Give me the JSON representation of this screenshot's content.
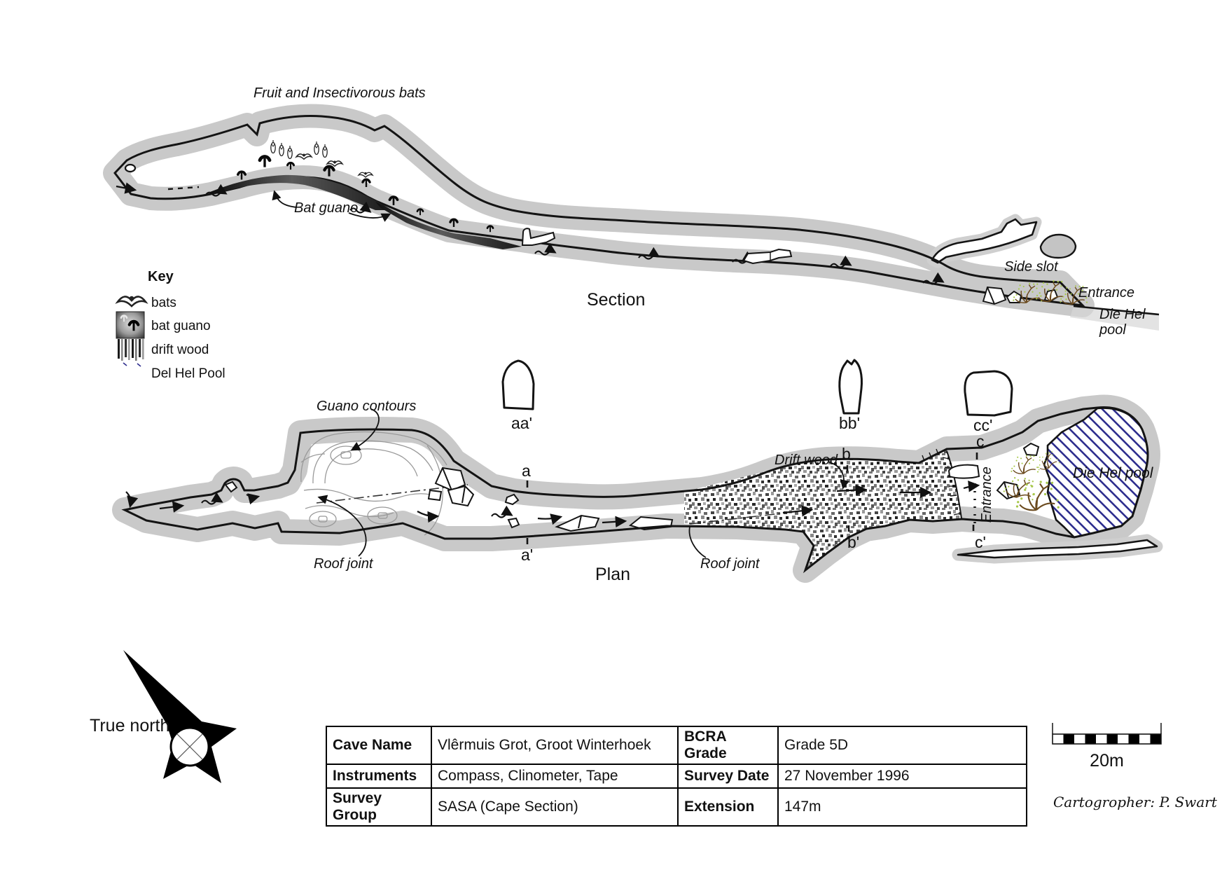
{
  "section_view": {
    "title": "Section",
    "bats_label": "Fruit and Insectivorous bats",
    "bat_guano_label": "Bat guano",
    "side_slot_label": "Side slot",
    "entrance_label": "Entrance",
    "pool_label": "Die Hel\npool"
  },
  "key": {
    "title": "Key",
    "items": [
      {
        "icon": "bat-icon",
        "label": "bats"
      },
      {
        "icon": "bat-guano-icon",
        "label": "bat guano"
      },
      {
        "icon": "drift-wood-icon",
        "label": "drift wood"
      },
      {
        "icon": "pool-icon",
        "label": "Del Hel Pool"
      }
    ]
  },
  "plan_view": {
    "title": "Plan",
    "guano_contours_label": "Guano contours",
    "roof_joint_label_left": "Roof joint",
    "roof_joint_label_right": "Roof joint",
    "drift_wood_label": "Drift wood",
    "entrance_label": "Entrance",
    "pool_label": "Die Hel pool",
    "cross_sections": [
      {
        "id": "aa",
        "label": "aa'"
      },
      {
        "id": "bb",
        "label": "bb'"
      },
      {
        "id": "cc",
        "label": "cc'"
      }
    ],
    "markers": {
      "a": "a",
      "a_prime": "a'",
      "b": "b",
      "b_prime": "b'",
      "c": "c",
      "c_prime": "c'"
    }
  },
  "compass": {
    "label": "True north"
  },
  "info_table": {
    "rows": [
      {
        "c0": "Cave Name",
        "c1": "Vlêrmuis Grot, Groot Winterhoek",
        "c2": "BCRA Grade",
        "c3": "Grade 5D"
      },
      {
        "c0": "Instruments",
        "c1": "Compass, Clinometer, Tape",
        "c2": "Survey Date",
        "c3": "27 November 1996"
      },
      {
        "c0": "Survey Group",
        "c1": "SASA (Cape Section)",
        "c2": "Extension",
        "c3": "147m"
      }
    ]
  },
  "scale_bar": {
    "label": "20m"
  },
  "credit": "Cartogropher: P. Swart",
  "colors": {
    "outline": "#141414",
    "halo_grey": "#c9c9c9",
    "pool_hatch_blue": "#2e2e8e",
    "contour_grey": "#999999",
    "vegetation_brown": "#6b4a1e",
    "vegetation_green": "#a8c84a"
  }
}
